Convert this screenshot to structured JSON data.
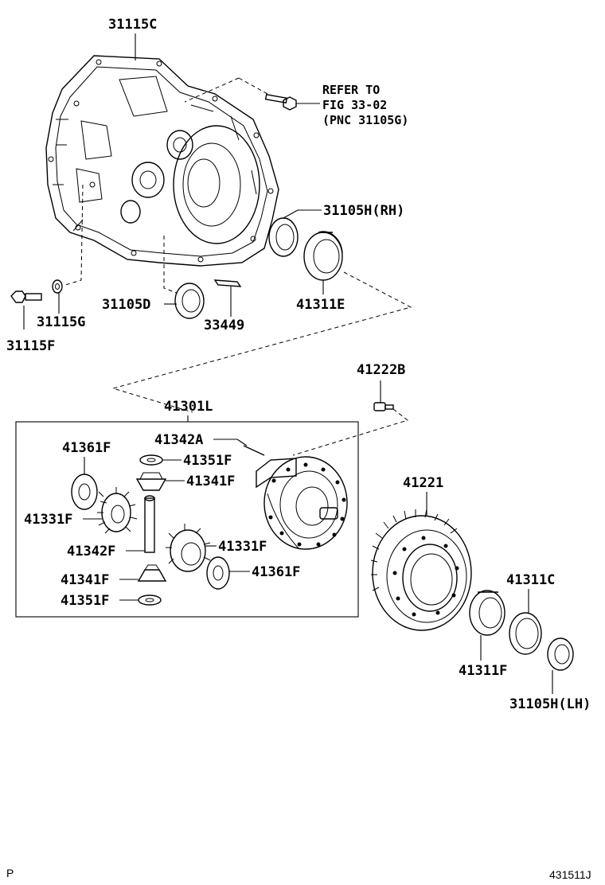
{
  "refer_note": {
    "line1": "REFER TO",
    "line2": "FIG 33-02",
    "line3": "(PNC 31105G)"
  },
  "labels": {
    "p31115C": "31115C",
    "p31105H_RH": "31105H(RH)",
    "p41311E": "41311E",
    "p31105D": "31105D",
    "p33449": "33449",
    "p31115G": "31115G",
    "p31115F": "31115F",
    "p41222B": "41222B",
    "p41301L": "41301L",
    "p41342A": "41342A",
    "p41361F_a": "41361F",
    "p41351F_a": "41351F",
    "p41341F_a": "41341F",
    "p41331F_a": "41331F",
    "p41342F": "41342F",
    "p41331F_b": "41331F",
    "p41341F_b": "41341F",
    "p41361F_b": "41361F",
    "p41351F_b": "41351F",
    "p41221": "41221",
    "p41311C": "41311C",
    "p41311F": "41311F",
    "p31105H_LH": "31105H(LH)"
  },
  "corner": {
    "left": "P",
    "right": "431511J"
  }
}
